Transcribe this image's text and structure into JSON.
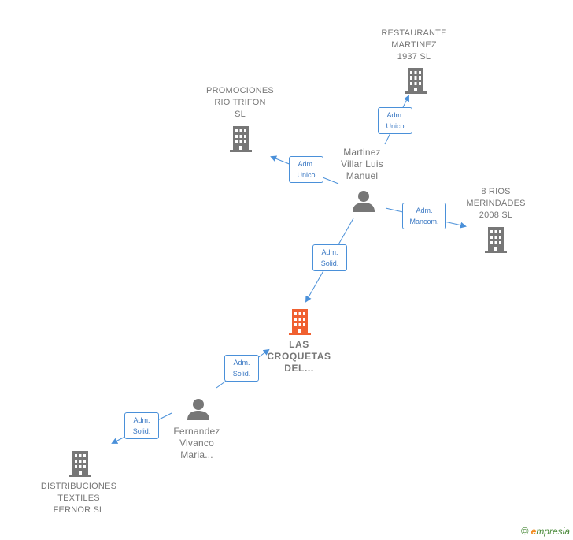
{
  "nodes": {
    "restaurante": {
      "label_lines": [
        "RESTAURANTE",
        "MARTINEZ",
        "1937  SL"
      ],
      "kind": "company"
    },
    "promociones": {
      "label_lines": [
        "PROMOCIONES",
        "RIO TRIFON",
        "SL"
      ],
      "kind": "company"
    },
    "martinez_person": {
      "label_lines": [
        "Martinez",
        "Villar Luis",
        "Manuel"
      ],
      "kind": "person"
    },
    "rios": {
      "label_lines": [
        "8 RIOS",
        "MERINDADES",
        "2008 SL"
      ],
      "kind": "company"
    },
    "croquetas": {
      "label_lines": [
        "LAS",
        "CROQUETAS",
        "DEL..."
      ],
      "kind": "company-main"
    },
    "fernandez_person": {
      "label_lines": [
        "Fernandez",
        "Vivanco",
        "Maria..."
      ],
      "kind": "person"
    },
    "distribuciones": {
      "label_lines": [
        "DISTRIBUCIONES",
        "TEXTILES",
        "FERNOR  SL"
      ],
      "kind": "company"
    }
  },
  "relations": {
    "r1": {
      "lines": [
        "Adm.",
        "Unico"
      ]
    },
    "r2": {
      "lines": [
        "Adm.",
        "Unico"
      ]
    },
    "r3": {
      "lines": [
        "Adm.",
        "Mancom."
      ]
    },
    "r4": {
      "lines": [
        "Adm.",
        "Solid."
      ]
    },
    "r5": {
      "lines": [
        "Adm.",
        "Solid."
      ]
    },
    "r6": {
      "lines": [
        "Adm.",
        "Solid."
      ]
    }
  },
  "colors": {
    "company_icon": "#777777",
    "main_icon": "#f06030",
    "person_icon": "#777777",
    "edge": "#4a90d9"
  },
  "icons": {
    "company": "building-icon",
    "person": "person-icon"
  },
  "footer": {
    "copyright": "©",
    "brand_e": "e",
    "brand_rest": "mpresia"
  }
}
